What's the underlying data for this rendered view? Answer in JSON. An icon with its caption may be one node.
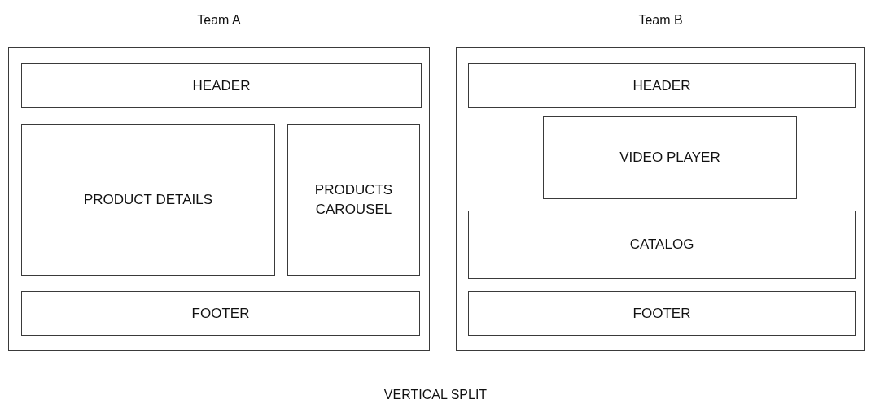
{
  "diagram": {
    "caption": "VERTICAL SPLIT",
    "nodes": [
      {
        "text": [
          "Team A"
        ]
      },
      {
        "text": [
          "HEADER"
        ],
        "in": 0
      },
      {
        "text": [
          "PRODUCT DETAILS"
        ],
        "in": 0
      },
      {
        "text": [
          "PRODUCTS CAROUSEL"
        ],
        "in": 0
      },
      {
        "text": [
          "FOOTER"
        ],
        "in": 0
      },
      {
        "text": [
          "Team B"
        ]
      },
      {
        "text": [
          "HEADER"
        ],
        "in": 5
      },
      {
        "text": [
          "VIDEO PLAYER"
        ],
        "in": 5
      },
      {
        "text": [
          "CATALOG"
        ],
        "in": 5
      },
      {
        "text": [
          "FOOTER"
        ],
        "in": 5
      }
    ]
  }
}
